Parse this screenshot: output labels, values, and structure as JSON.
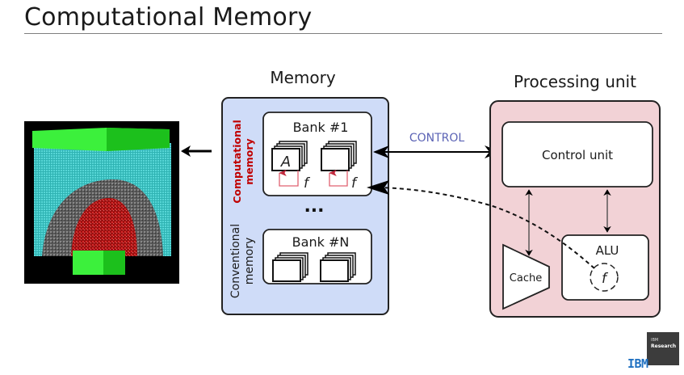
{
  "slide": {
    "title": "Computational Memory"
  },
  "memory": {
    "heading": "Memory",
    "computational_label_line1": "Computational",
    "computational_label_line2": "memory",
    "conventional_label_line1": "Conventional",
    "conventional_label_line2": "memory",
    "bank1_label": "Bank #1",
    "bankN_label": "Bank #N",
    "ellipsis": "...",
    "matrix_symbol": "A",
    "function_symbol": "f",
    "colors": {
      "fill": "#cfdcf8",
      "label_red": "#c00000",
      "feedback_arrow": "#c0283c"
    }
  },
  "link": {
    "control_label": "CONTROL",
    "control_color": "#5b63b5"
  },
  "processing": {
    "heading": "Processing unit",
    "control_unit_label": "Control unit",
    "alu_label": "ALU",
    "cache_label": "Cache",
    "function_symbol": "f",
    "colors": {
      "fill": "#f2d2d6"
    }
  },
  "branding": {
    "research_line1": "IBM",
    "research_line2": "Research",
    "logo": "IBM"
  }
}
